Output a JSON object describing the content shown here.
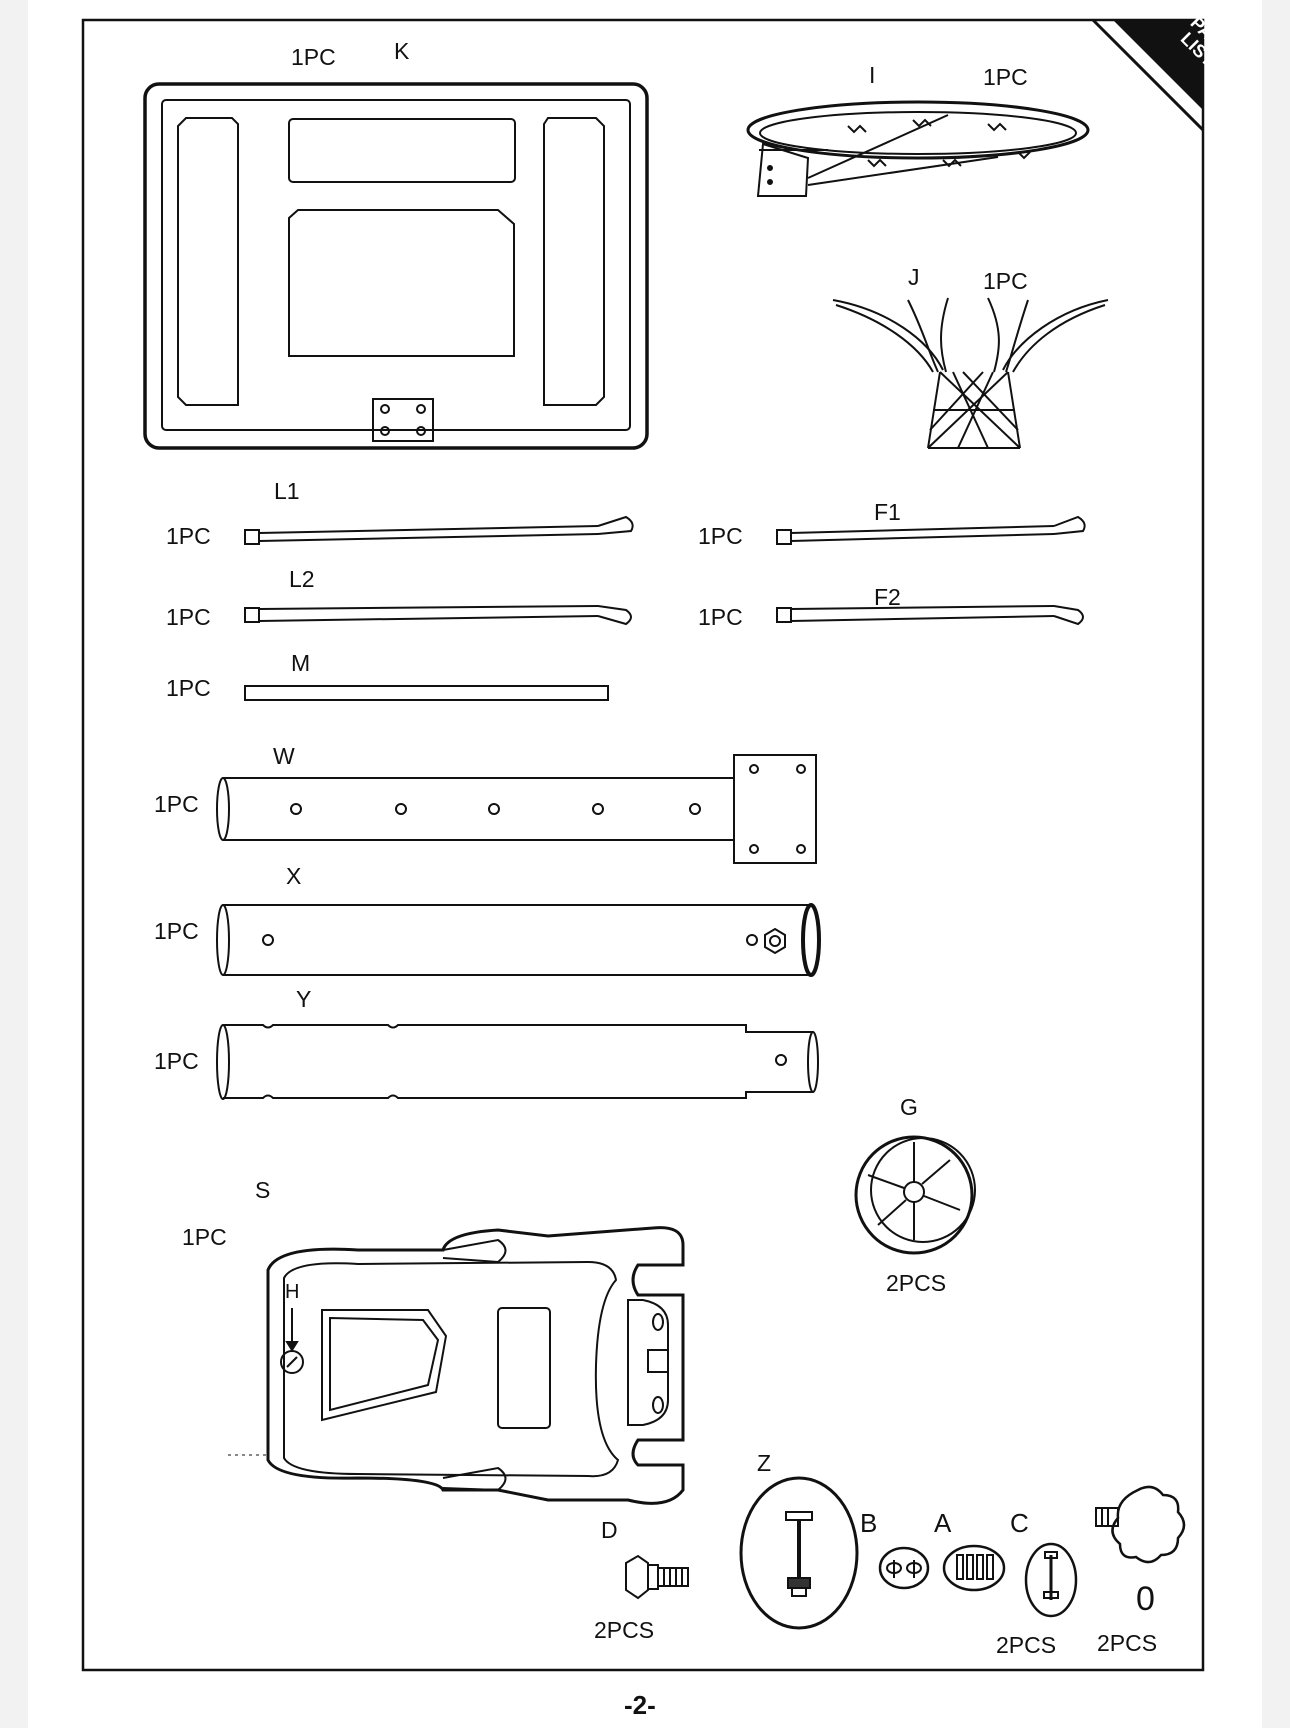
{
  "corner_tab": {
    "line1": "PART",
    "line2": "LIST"
  },
  "parts": {
    "K": {
      "letter": "K",
      "qty": "1PC"
    },
    "I": {
      "letter": "I",
      "qty": "1PC"
    },
    "J": {
      "letter": "J",
      "qty": "1PC"
    },
    "L1": {
      "letter": "L1",
      "qty": "1PC"
    },
    "L2": {
      "letter": "L2",
      "qty": "1PC"
    },
    "F1": {
      "letter": "F1",
      "qty": "1PC"
    },
    "F2": {
      "letter": "F2",
      "qty": "1PC"
    },
    "M": {
      "letter": "M",
      "qty": "1PC"
    },
    "W": {
      "letter": "W",
      "qty": "1PC"
    },
    "X": {
      "letter": "X",
      "qty": "1PC"
    },
    "Y": {
      "letter": "Y",
      "qty": "1PC"
    },
    "G": {
      "letter": "G",
      "qty": "2PCS"
    },
    "S": {
      "letter": "S",
      "qty": "1PC"
    },
    "H": {
      "letter": "H"
    },
    "Z": {
      "letter": "Z"
    },
    "D": {
      "letter": "D",
      "qty": "2PCS"
    },
    "B": {
      "letter": "B"
    },
    "A": {
      "letter": "A"
    },
    "C": {
      "letter": "C",
      "qty": "2PCS"
    },
    "O": {
      "letter": "0",
      "qty": "2PCS"
    }
  },
  "page_number": "-2-"
}
